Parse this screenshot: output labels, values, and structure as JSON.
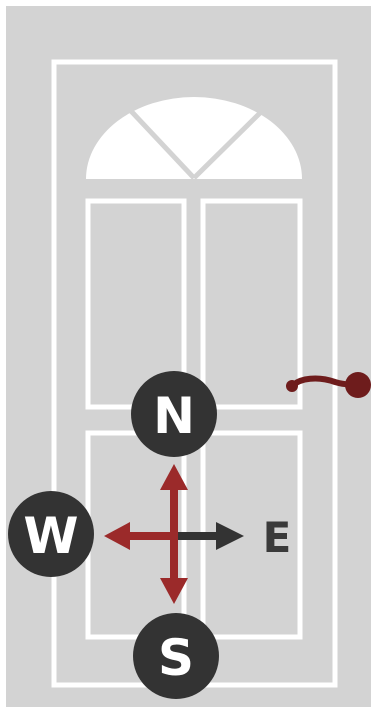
{
  "colors": {
    "background": "#d3d3d3",
    "door_lines": "#ffffff",
    "arrow_highlight": "#9b2a2a",
    "arrow_plain": "#333333",
    "badge_fill": "#333333",
    "handle": "#6e1c1c"
  },
  "compass": {
    "north": "N",
    "south": "S",
    "west": "W",
    "east": "E"
  },
  "icons": {
    "door": "door-icon",
    "handle": "door-handle-icon",
    "compass": "compass-arrows-icon"
  }
}
